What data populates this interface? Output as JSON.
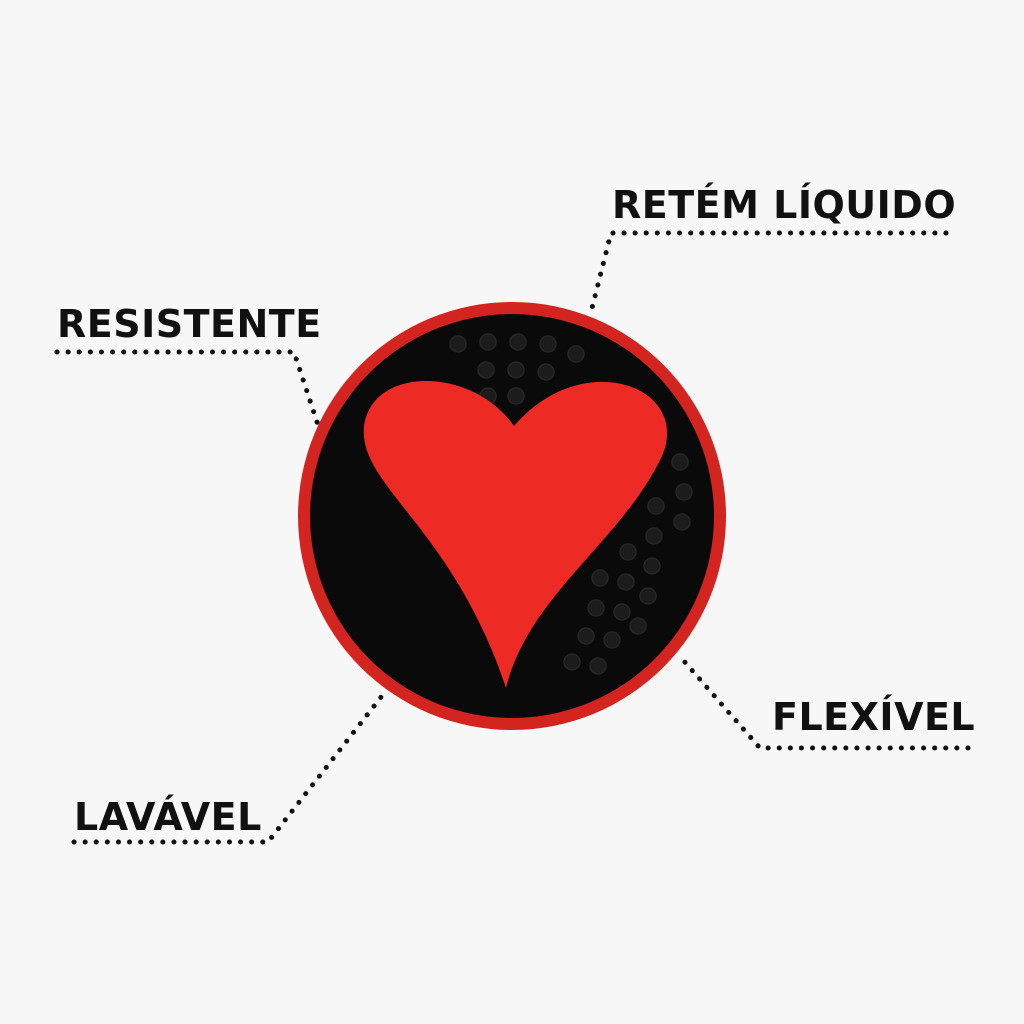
{
  "callouts": {
    "retains_liquid": "RETÉM LÍQUIDO",
    "resistant": "RESISTENTE",
    "flexible": "FLEXÍVEL",
    "washable": "LAVÁVEL"
  },
  "colors": {
    "background": "#f7f7f7",
    "coaster_rim": "#d42420",
    "coaster_face": "#0a0a0a",
    "heart": "#ee2a24",
    "text": "#111111"
  },
  "icons": {
    "product": "heart-coaster"
  }
}
